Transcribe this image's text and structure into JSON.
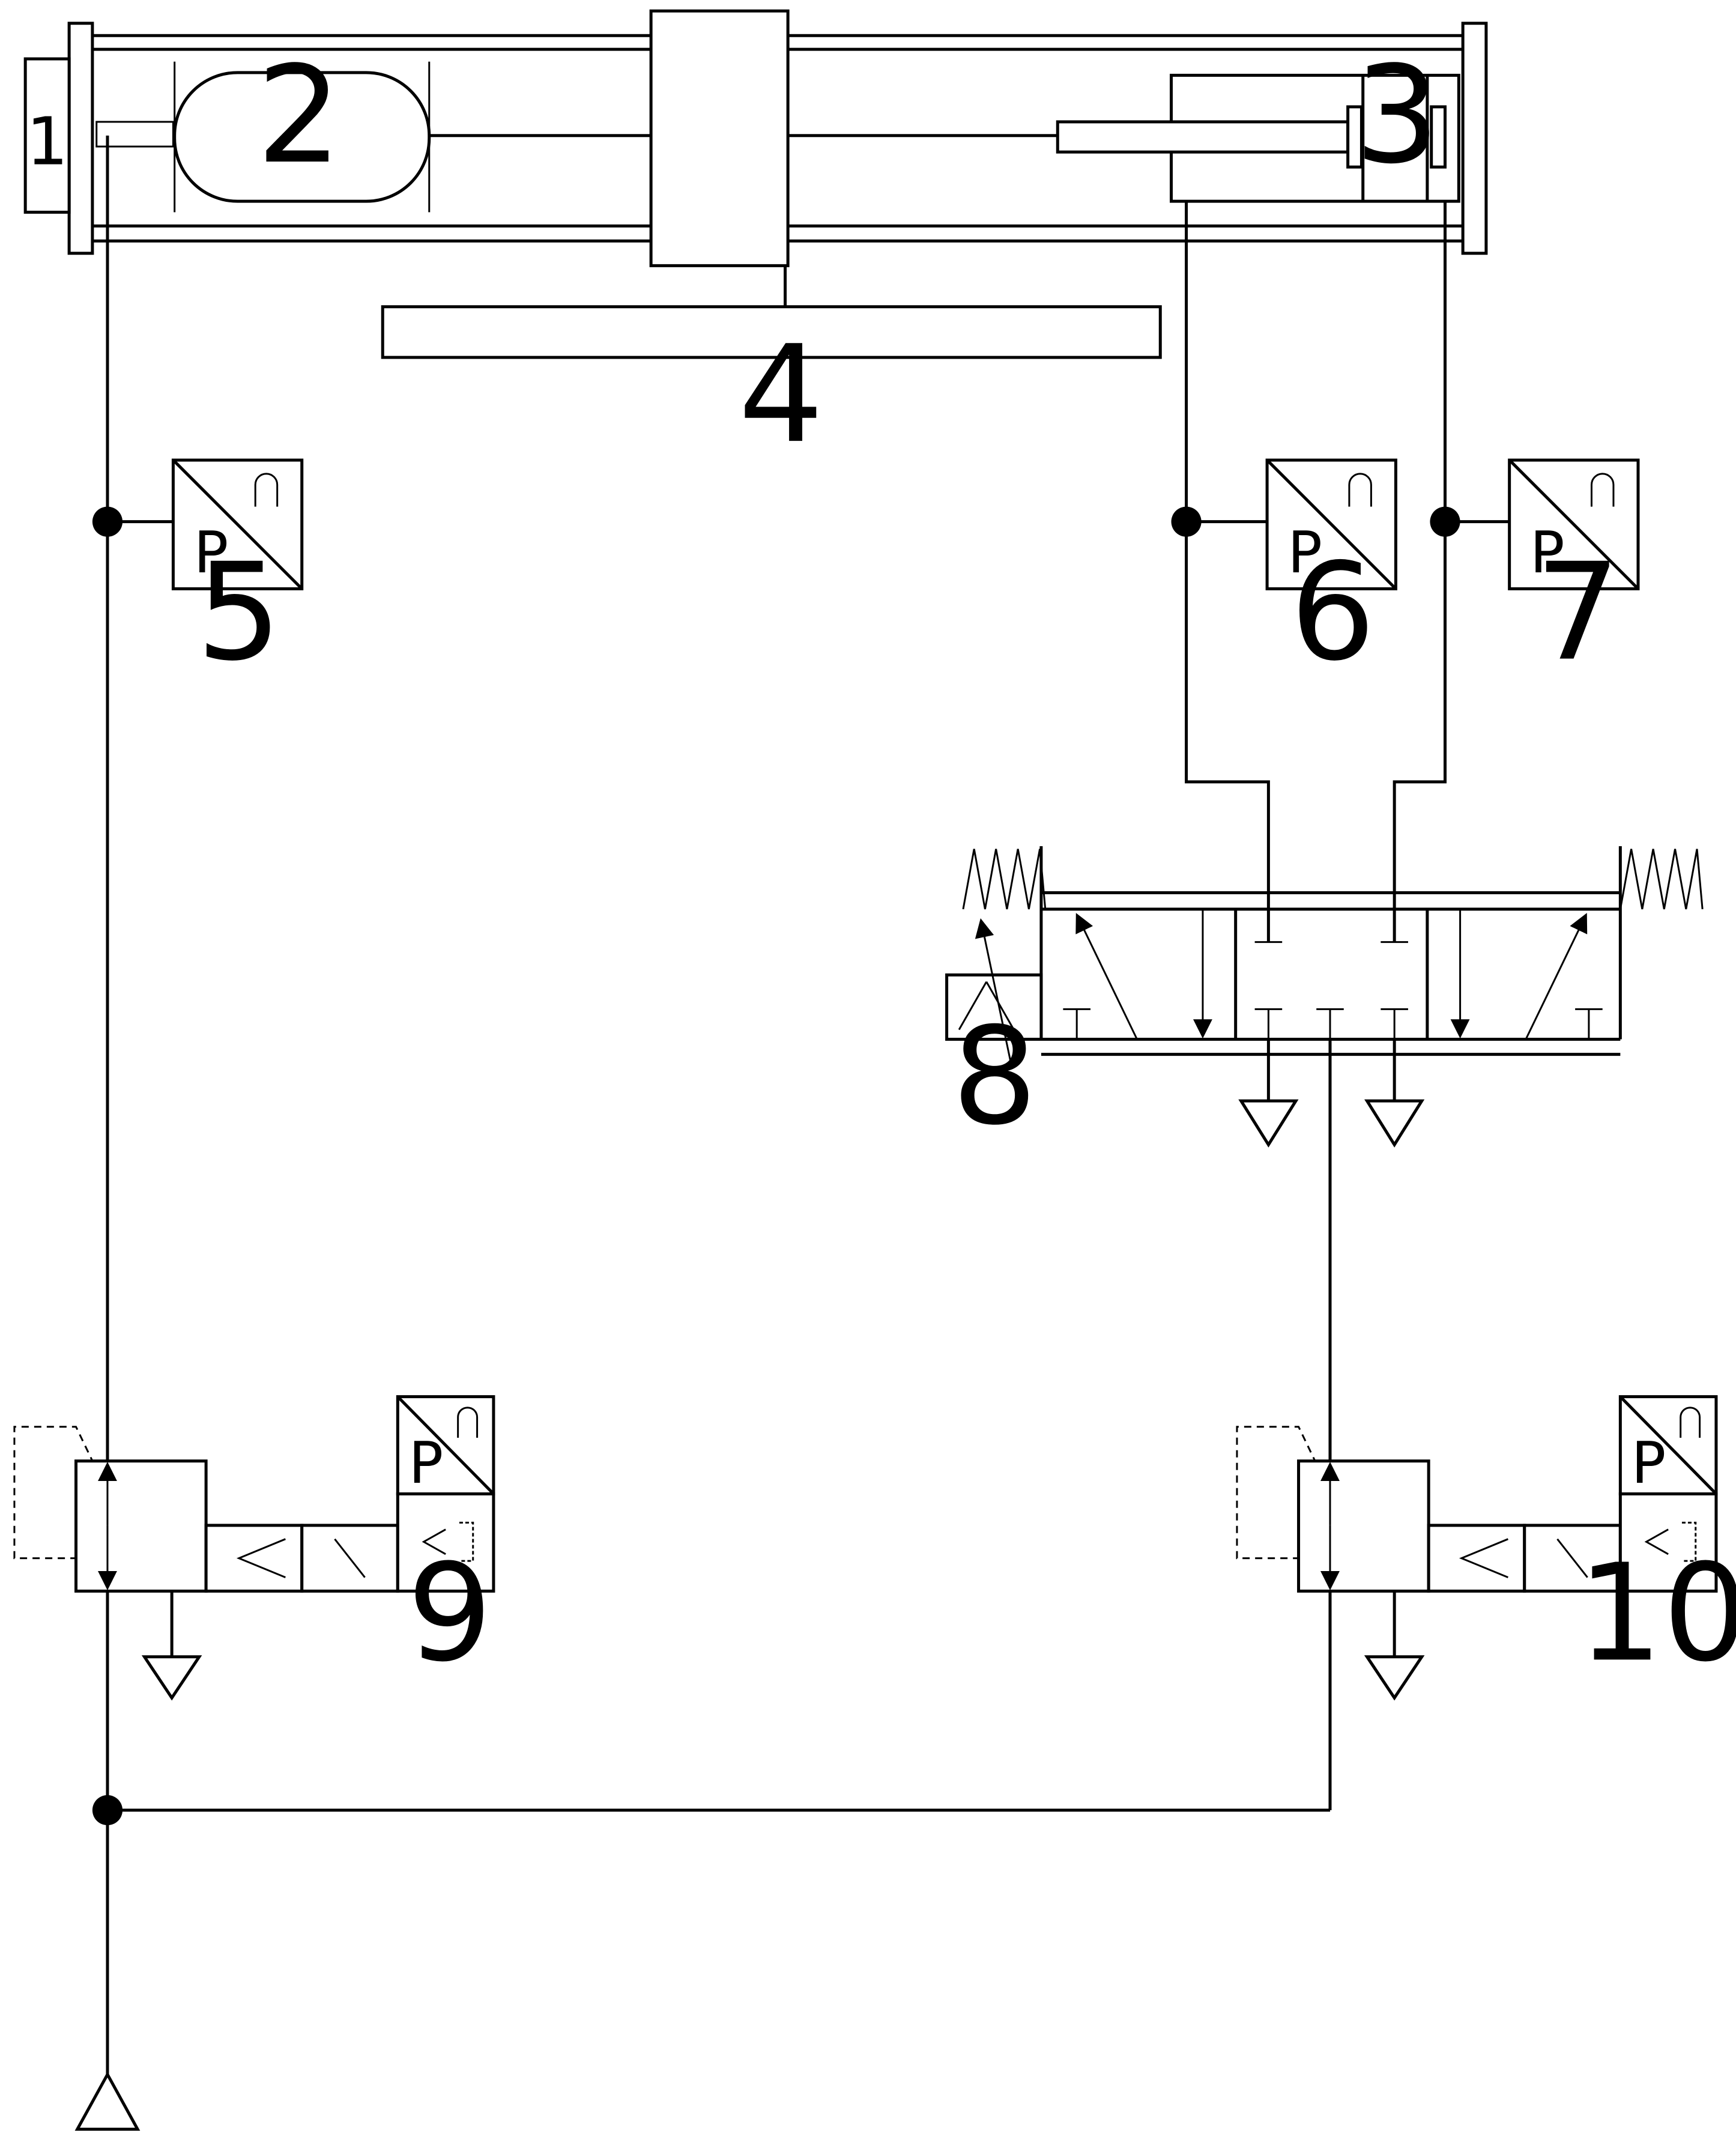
{
  "labels": {
    "c1": "1",
    "c2": "2",
    "c3": "3",
    "c4": "4",
    "c5": "5",
    "c6": "6",
    "c7": "7",
    "c8": "8",
    "c9": "9",
    "c10": "10"
  },
  "sensor_letter": "P"
}
